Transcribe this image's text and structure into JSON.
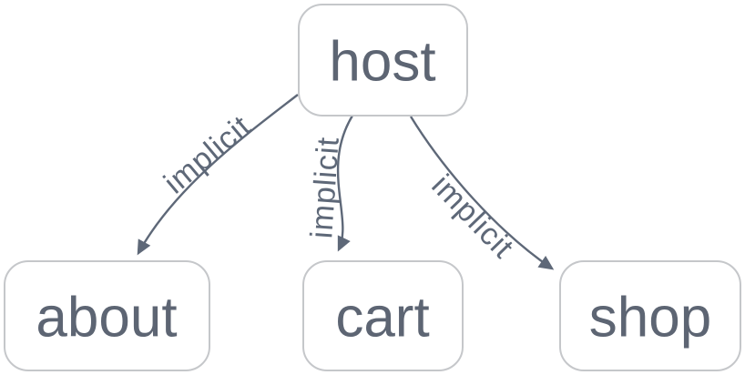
{
  "diagram": {
    "type": "flowchart",
    "direction": "top-down",
    "background": "#ffffff",
    "colors": {
      "node_fill": "#ffffff",
      "node_border": "#c5c7ca",
      "node_text": "#5d6573",
      "edge": "#5e6878",
      "edge_label_text": "#5e6878"
    },
    "nodes": [
      {
        "id": "host",
        "label": "host",
        "row": "top"
      },
      {
        "id": "about",
        "label": "about",
        "row": "bottom"
      },
      {
        "id": "cart",
        "label": "cart",
        "row": "bottom"
      },
      {
        "id": "shop",
        "label": "shop",
        "row": "bottom"
      }
    ],
    "edges": [
      {
        "from": "host",
        "to": "about",
        "label": "implicit",
        "arrow": "filled-triangle"
      },
      {
        "from": "host",
        "to": "cart",
        "label": "implicit",
        "arrow": "filled-triangle"
      },
      {
        "from": "host",
        "to": "shop",
        "label": "implicit",
        "arrow": "filled-triangle"
      }
    ]
  }
}
